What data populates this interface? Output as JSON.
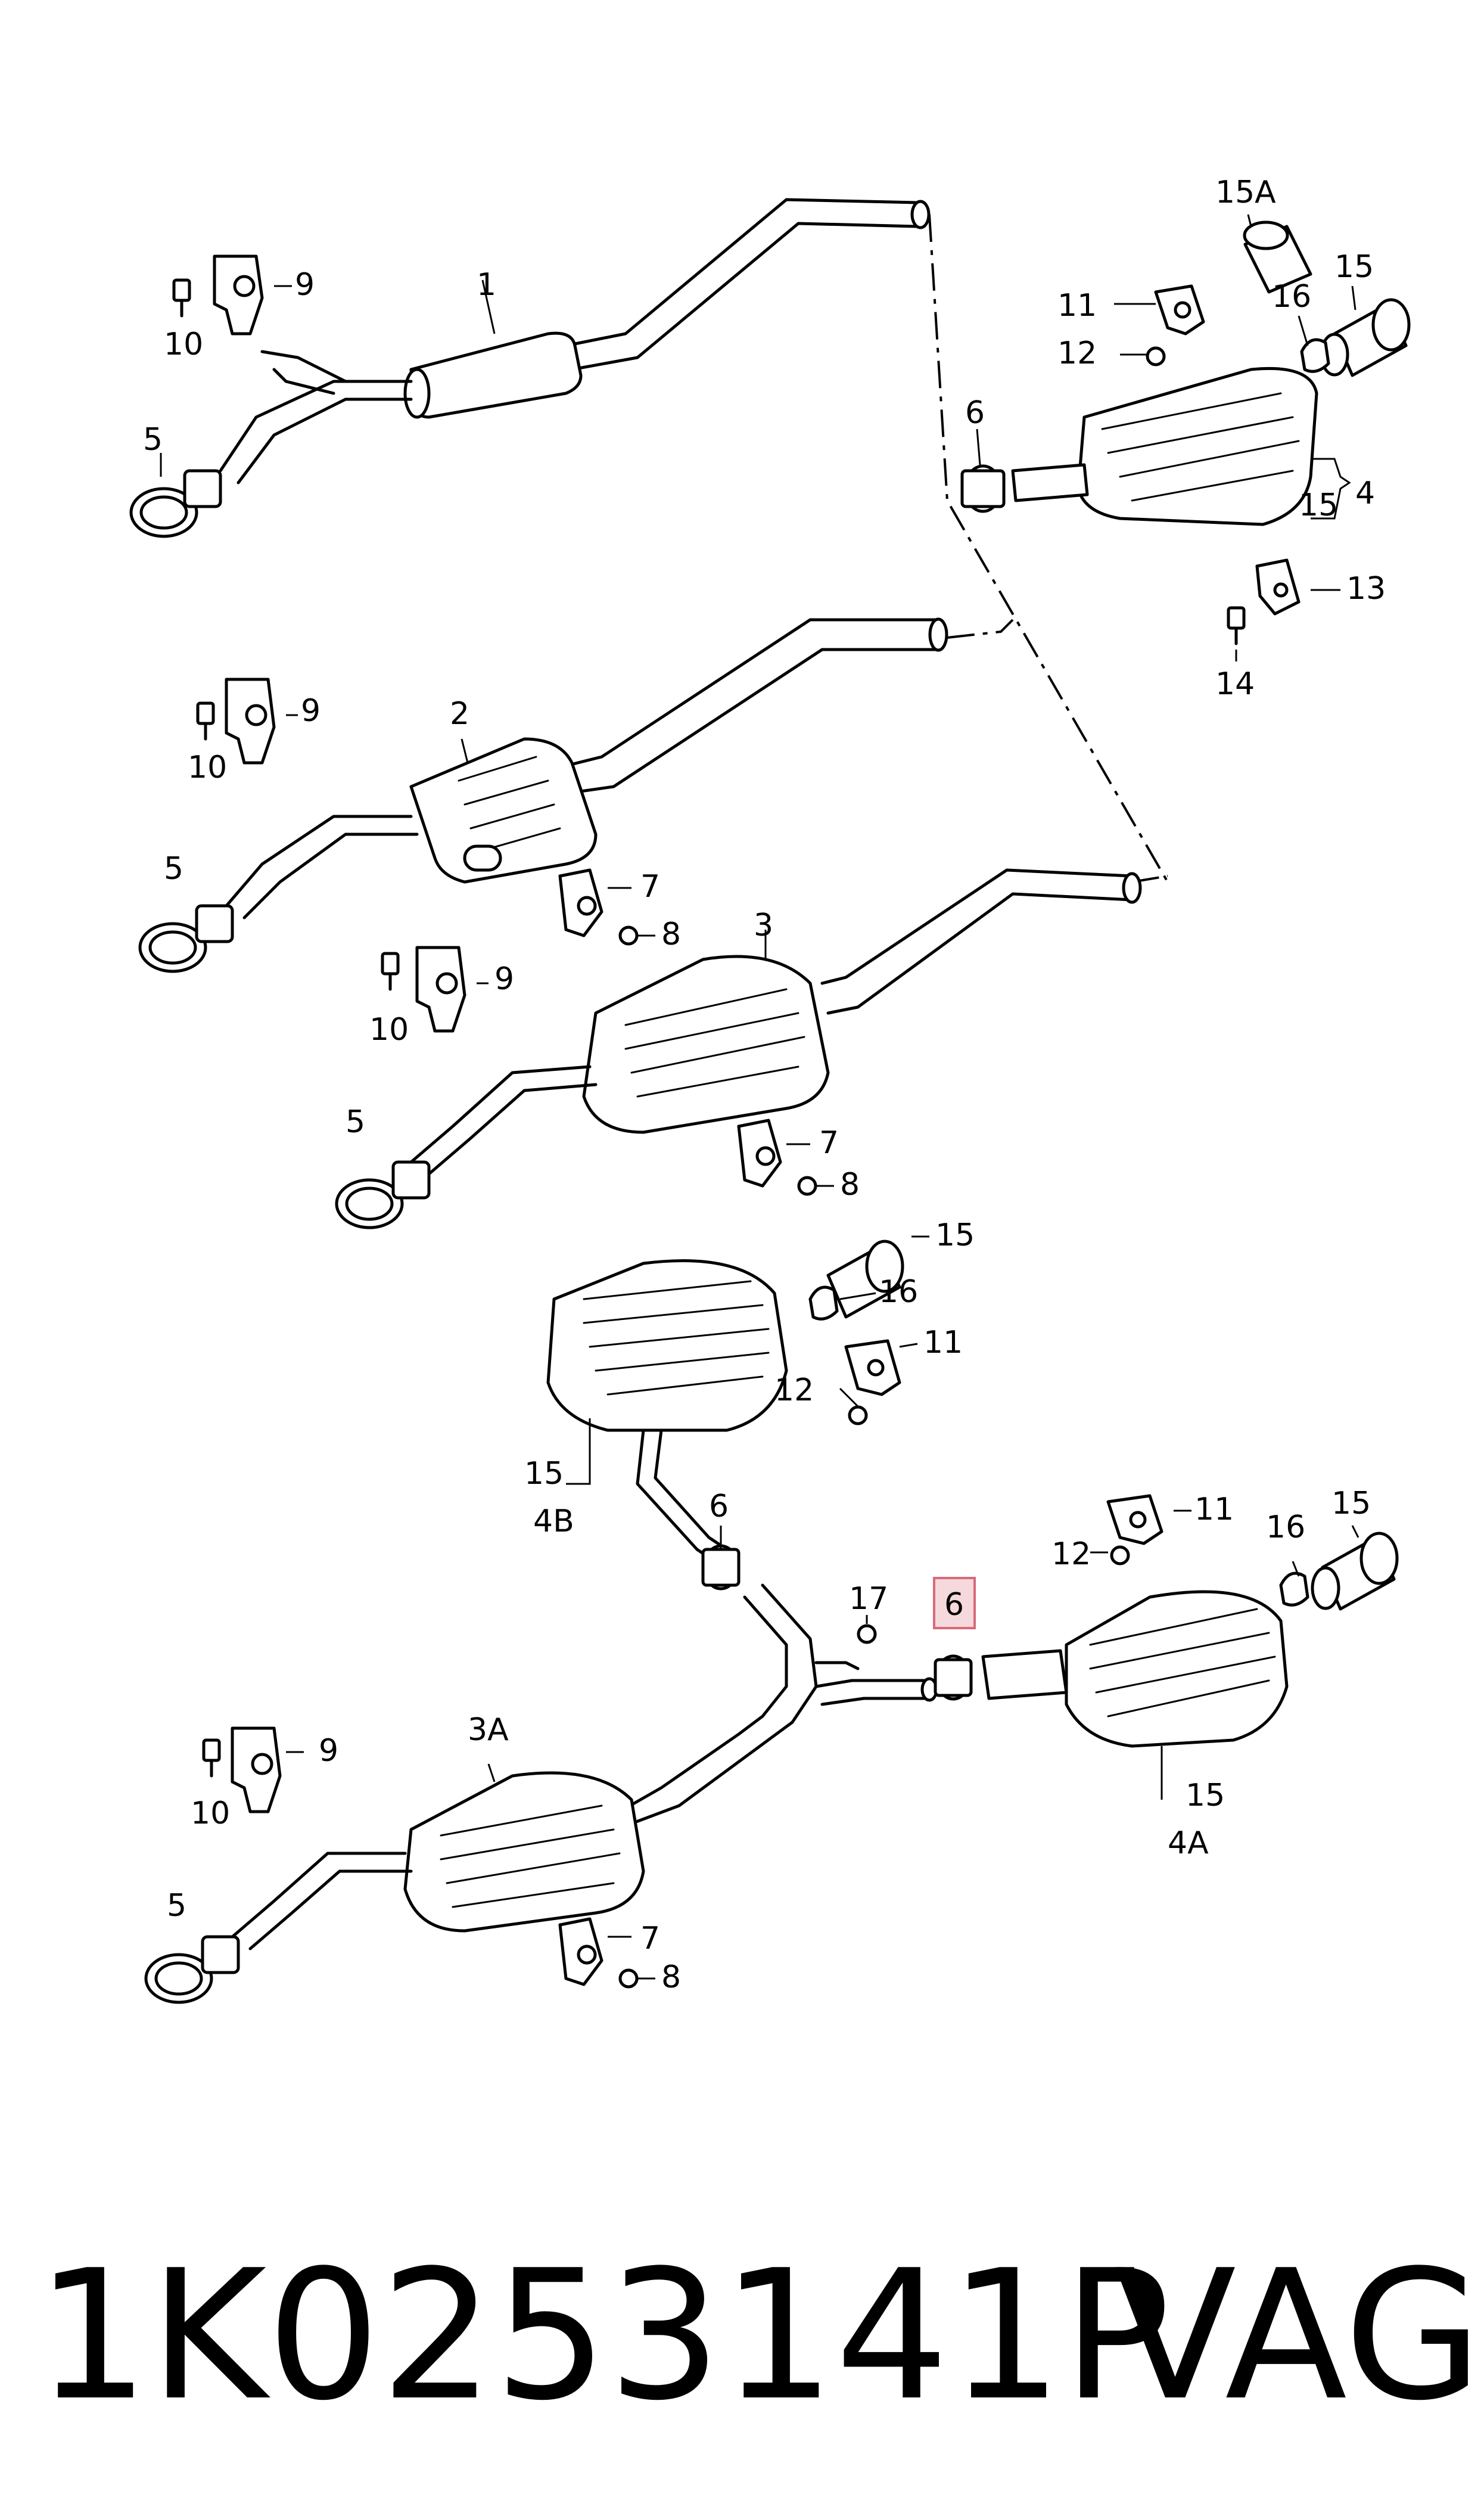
{
  "callouts": {
    "top_1": "1",
    "top_5": "5",
    "top_9": "9",
    "top_10": "10",
    "r_15A": "15A",
    "r_15": "15",
    "r_16": "16",
    "r_11": "11",
    "r_12": "12",
    "r_6": "6",
    "r_15b": "15",
    "r_4": "4",
    "r_13": "13",
    "r_14": "14",
    "m2_2": "2",
    "m2_9": "9",
    "m2_10": "10",
    "m2_5": "5",
    "m2_7": "7",
    "m2_8": "8",
    "m3_3": "3",
    "m3_9": "9",
    "m3_10": "10",
    "m3_5": "5",
    "m3_7": "7",
    "m3_8": "8",
    "b_15": "15",
    "b_16": "16",
    "b_11": "11",
    "b_12": "12",
    "b_15b": "15",
    "b_4B": "4B",
    "b_6": "6",
    "b_17": "17",
    "b_6h": "6",
    "br_11": "11",
    "br_12": "12",
    "br_16": "16",
    "br_15": "15",
    "br_15b": "15",
    "br_4A": "4A",
    "bl_3A": "3A",
    "bl_9": "9",
    "bl_10": "10",
    "bl_5": "5",
    "bl_7": "7",
    "bl_8": "8"
  },
  "footer": {
    "part_number": "1K0253141P",
    "brand": "VAG"
  },
  "colors": {
    "line": "#000000",
    "highlight_fill": "#f6d9dc",
    "highlight_stroke": "#d86a7a"
  }
}
